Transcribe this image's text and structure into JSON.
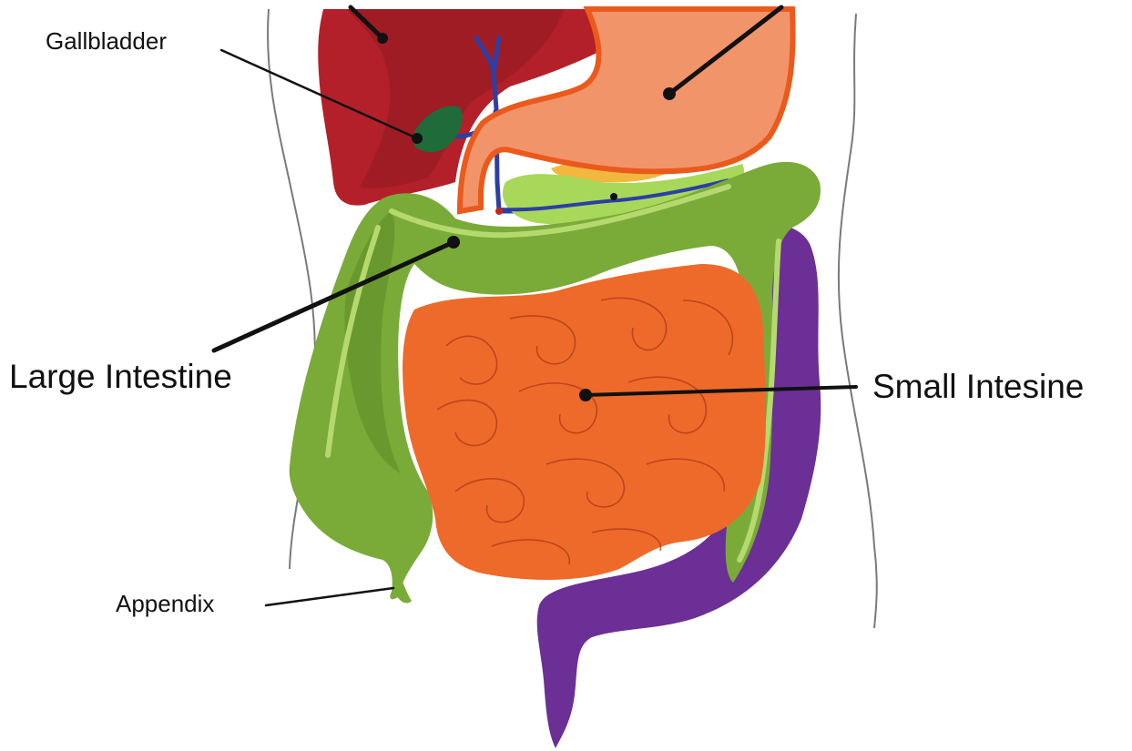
{
  "labels": {
    "gallbladder": "Gallbladder",
    "large_intestine": "Large Intestine",
    "small_intestine": "Small Intesine",
    "appendix": "Appendix"
  },
  "colors": {
    "liver": "#b3202a",
    "liver_shade": "#8e1a20",
    "gallbladder": "#1f6b3a",
    "bile_duct": "#2c3fa6",
    "stomach_fill": "#f2946a",
    "stomach_outline": "#ea5a1c",
    "large_intestine": "#7aab38",
    "large_intestine_shade": "#5e8c2a",
    "large_intestine_highlight": "#b5d96e",
    "small_intestine": "#ee6a2a",
    "small_intestine_line": "#b33b1c",
    "rectum": "#6b2f96",
    "pancreas": "#f1b73e",
    "pancreas_green": "#a8d85a"
  }
}
